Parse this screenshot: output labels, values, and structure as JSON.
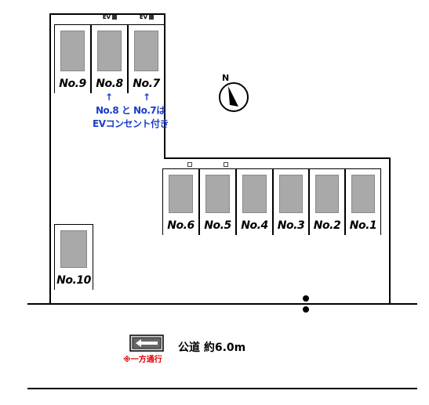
{
  "spaces": [
    {
      "id": "9",
      "label": "No.9"
    },
    {
      "id": "8",
      "label": "No.8"
    },
    {
      "id": "7",
      "label": "No.7"
    },
    {
      "id": "6",
      "label": "No.6"
    },
    {
      "id": "5",
      "label": "No.5"
    },
    {
      "id": "4",
      "label": "No.4"
    },
    {
      "id": "3",
      "label": "No.3"
    },
    {
      "id": "2",
      "label": "No.2"
    },
    {
      "id": "1",
      "label": "No.1"
    },
    {
      "id": "10",
      "label": "No.10"
    }
  ],
  "ev_tags": [
    "EV",
    "EV"
  ],
  "ev_note": {
    "arrow": "↑",
    "line1": "No.8 と No.7は",
    "line2": "EVコンセント付き"
  },
  "compass": {
    "letter": "N"
  },
  "road": {
    "label": "公道 約6.0m",
    "one_way": "※一方通行"
  }
}
